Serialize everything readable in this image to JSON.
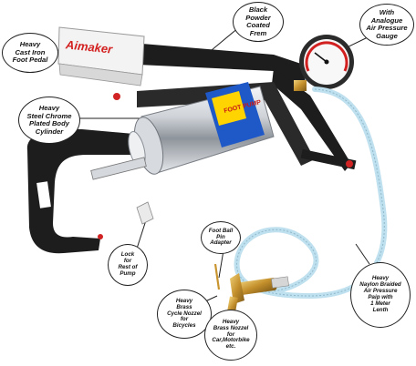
{
  "product": {
    "brand_logo": "Aimaker",
    "label_text": "FOOT PUMP"
  },
  "callouts": {
    "black_powder": "Black\nPowder\nCoated\nFrem",
    "gauge": "With\nAnalogue\nAir Pressure\nGauge",
    "pedal": "Heavy\nCast Iron\nFoot Pedal",
    "cylinder": "Heavy\nSteel Chrome\nPlated Body\nCylinder",
    "adapter": "Foot Ball\nPin\nAdapter",
    "lock": "Lock\nfor\nRest of\nPump",
    "hose": "Heavy\nNaylon Braided\nAir Pressure\nPaip with\n1 Meter\nLenth",
    "cycle_nozzle": "Heavy\nBrass\nCycle Nozzel\nfor\nBicycles",
    "bike_nozzle": "Heavy\nBrass Nozzel\nfor\nCar,Motorbike\netc."
  },
  "colors": {
    "frame": "#1d1d1d",
    "chrome": "#c9ccd1",
    "brass": "#c9952f",
    "hose": "#bfe0ee",
    "logo_red": "#d32020"
  }
}
